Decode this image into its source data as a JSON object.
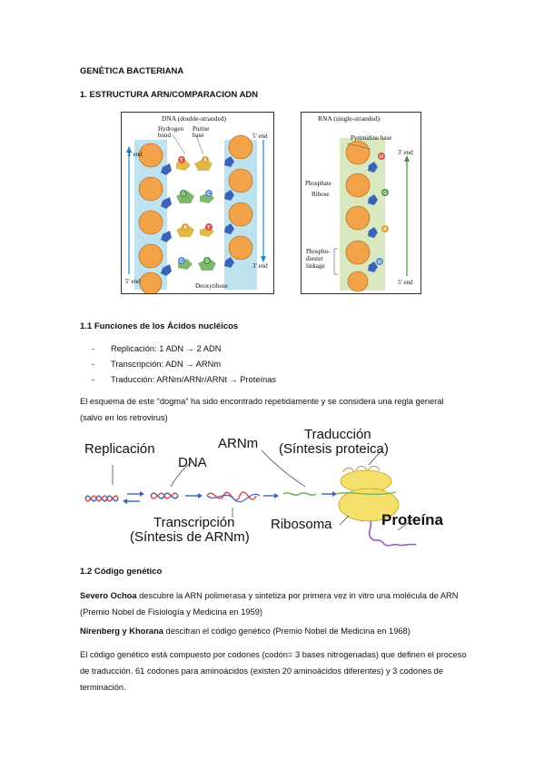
{
  "title": "GENÉTICA BACTERIANA",
  "section1": {
    "heading": "1. ESTRUCTURA ARN/COMPARACION ADN"
  },
  "fig_dna": {
    "title": "DNA (double-stranded)",
    "hydrogen_bond": "Hydrogen bond",
    "purine_base": "Purine base",
    "end3_left": "3' end",
    "end5_right": "5' end",
    "end5_left": "5' end",
    "end3_right": "3' end",
    "deoxyribose": "Deoxyribose",
    "bases": [
      "T",
      "A",
      "G",
      "C",
      "A",
      "T",
      "C",
      "G"
    ]
  },
  "fig_rna": {
    "title": "RNA (single-stranded)",
    "pyrimidine_base": "Pyrimidine base",
    "phosphate": "Phosphate",
    "ribose": "Ribose",
    "phosphodiester": "Phospho-\ndiester\nlinkage",
    "end3": "3' end",
    "end5": "5' end",
    "bases": [
      "U",
      "G",
      "A",
      "U"
    ]
  },
  "section11": {
    "heading": "1.1 Funciones de los Ácidos nucléicos",
    "items": [
      "Replicación: 1 ADN → 2 ADN",
      "Transcripción: ADN → ARNm",
      "Traducción: ARNm/ARNr/ARNt → Proteínas"
    ],
    "para": "El esquema de este “dogma” ha sido encontrado repetidamente y se considera una regla general (salvo en los retrovirus)"
  },
  "dogma": {
    "replicacion": "Replicación",
    "dna": "DNA",
    "arnm": "ARNm",
    "traduccion": "Traducción",
    "sintesis_proteica": "(Síntesis proteica)",
    "transcripcion": "Transcripción",
    "sintesis_arnm": "(Síntesis de ARNm)",
    "ribosoma": "Ribosoma",
    "proteina": "Proteína"
  },
  "section12": {
    "heading": "1.2 Código genético",
    "p1_bold": "Severo Ochoa",
    "p1_rest": " descubre la ARN polimerasa y sintetiza por primera vez in vitro una molécula de ARN (Premio Nobel de Fisiología y Medicina en 1959)",
    "p2_bold": "Nirenberg y Khorana",
    "p2_rest": " descifran el código genético (Premio Nobel de Medicina en 1968)",
    "p3": "El código genético está compuesto por codones (codón= 3 bases nitrogenadas) que definen el proceso de traducción. 61 codones para aminoácidos (existen 20 aminoácidos diferentes) y 3 codones de terminación."
  },
  "colors": {
    "dna_strand": "#bfe3ee",
    "rna_strand": "#d9e8bf",
    "sugar": "#f2a34a",
    "phosphate": "#3a63b8"
  }
}
